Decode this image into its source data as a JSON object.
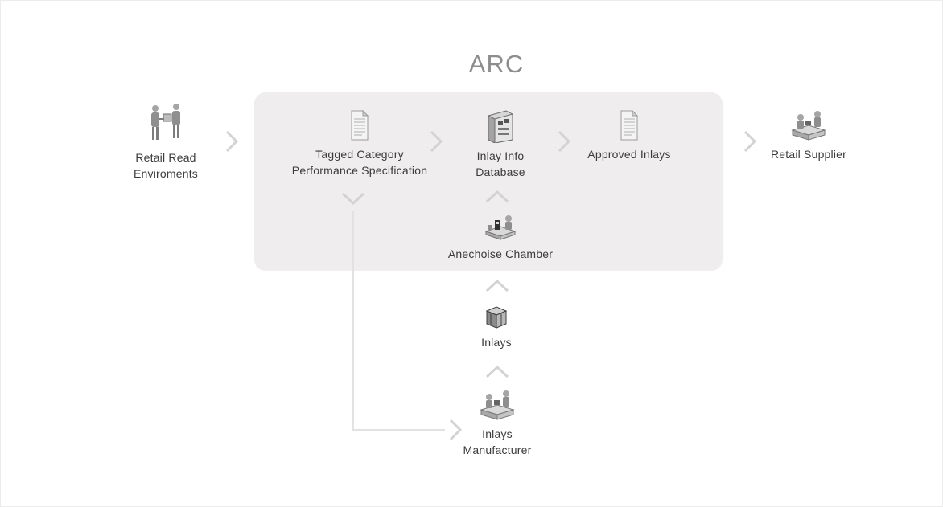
{
  "title": "ARC",
  "nodes": {
    "retail_read": {
      "label": "Retail Read\nEnviroments",
      "icon": "handover-people-icon"
    },
    "tagged_spec": {
      "label": "Tagged Category\nPerformance Specification",
      "icon": "document-icon"
    },
    "inlay_db": {
      "label": "Inlay Info\nDatabase",
      "icon": "database-building-icon"
    },
    "approved_inlays": {
      "label": "Approved Inlays",
      "icon": "document-icon"
    },
    "retail_supplier": {
      "label": "Retail Supplier",
      "icon": "workers-desk-icon"
    },
    "anechoise": {
      "label": "Anechoise Chamber",
      "icon": "lab-workstation-icon"
    },
    "inlays": {
      "label": "Inlays",
      "icon": "box-icon"
    },
    "inlays_manufacturer": {
      "label": "Inlays\nManufacturer",
      "icon": "workers-desk-icon"
    }
  },
  "colors": {
    "arc_box": "#efeded",
    "arrow": "#d3d3d3",
    "title": "#8d8d8d",
    "icon": "#9a9a9a"
  }
}
